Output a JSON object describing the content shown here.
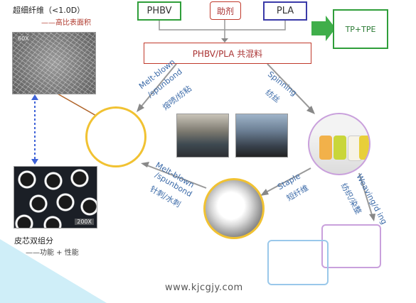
{
  "boxes": {
    "phbv": "PHBV",
    "additive": "助剂",
    "pla": "PLA",
    "blend": "PHBV/PLA  共混料",
    "product": "TP+TPE"
  },
  "top_left": {
    "title": "超细纤维（<1.0D）",
    "subtitle": "——高比表面积",
    "magnification": "60X"
  },
  "bottom_left": {
    "title": "皮芯双组分",
    "subtitle": "——功能 + 性能",
    "magnification": "200X"
  },
  "process_labels": {
    "upper_left_en1": "Melt-blown",
    "upper_left_en2": "/spunbond",
    "upper_left_cn": "熔喷/纺粘",
    "upper_right_en": "Spinning",
    "upper_right_cn": "纺丝",
    "lower_left_en1": "Melt-blown",
    "lower_left_en2": "/spunbond",
    "lower_left_cn": "针刺/水刺",
    "staple_en": "Staple",
    "staple_cn": "短纤维",
    "weaving_en": "Weaving/d ing",
    "weaving_cn": "纺织/染整"
  },
  "footer": {
    "website": "www.kjcgjy.com"
  },
  "colors": {
    "green": "#2f9e3a",
    "red": "#c0392b",
    "navy": "#3a3aa8",
    "yellow": "#f1c232",
    "purple": "#c9a0dc",
    "light_blue": "#9ac8ea",
    "label_blue": "#3b6aa8"
  }
}
